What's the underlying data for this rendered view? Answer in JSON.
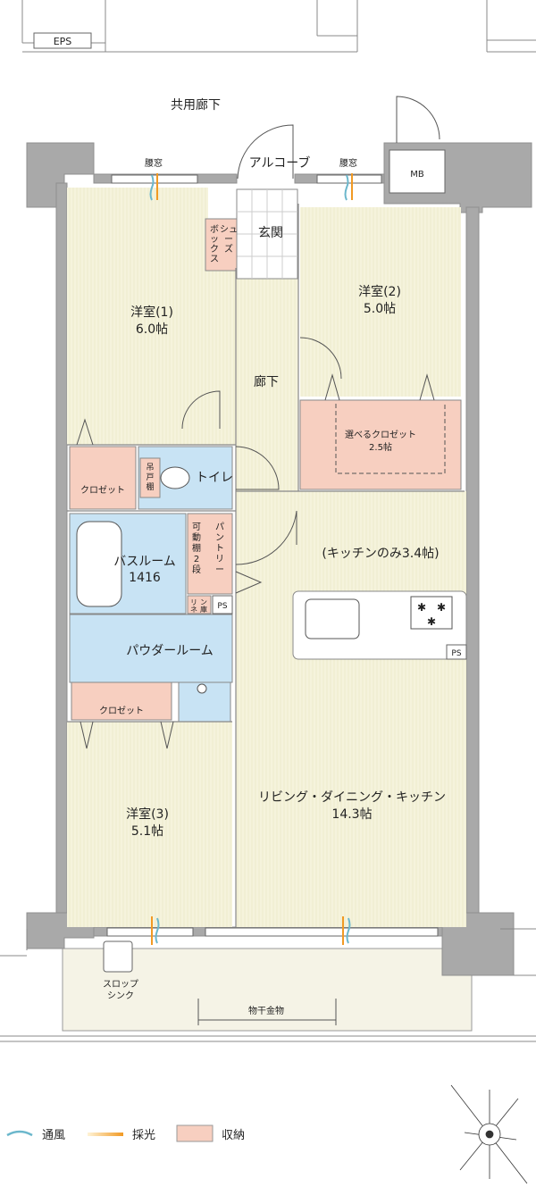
{
  "floorplan": {
    "top": {
      "eps": "EPS",
      "corridor": "共用廊下",
      "alcove": "アルコーブ",
      "mb": "MB",
      "window_left": "腰窓",
      "window_right": "腰窓"
    },
    "rooms": {
      "room1": {
        "name": "洋室(1)",
        "size": "6.0帖"
      },
      "room2": {
        "name": "洋室(2)",
        "size": "5.0帖"
      },
      "room3": {
        "name": "洋室(3)",
        "size": "5.1帖"
      },
      "entrance": "玄関",
      "shoebox": [
        "シュ",
        "ー",
        "ズ",
        "ボ",
        "ッ",
        "ク",
        "ス"
      ],
      "hallway": "廊下",
      "select_closet": {
        "name": "選べるクロゼット",
        "size": "2.5帖"
      },
      "closet_left": "クロゼット",
      "toilet": "トイレ",
      "toilet_shelf": [
        "吊",
        "戸",
        "棚"
      ],
      "bath": {
        "name": "バスルーム",
        "size": "1416"
      },
      "pantry": [
        "パ",
        "ン",
        "ト",
        "リ",
        "ー"
      ],
      "pantry_shelf": [
        "可",
        "動",
        "棚",
        "2",
        "段"
      ],
      "linen": [
        "リ",
        "ネ",
        "ン",
        "庫"
      ],
      "ps_center": "PS",
      "ps_kitchen": "PS",
      "kitchen_only": "(キッチンのみ3.4帖)",
      "powder": "パウダールーム",
      "closet_bottom": "クロゼット",
      "ldk": {
        "name": "リビング・ダイニング・キッチン",
        "size": "14.3帖"
      },
      "slope_sink": [
        "スロップ",
        "シンク"
      ],
      "drying": "物干金物"
    },
    "legend": {
      "ventilation": "通風",
      "lighting": "採光",
      "storage": "収納"
    },
    "colors": {
      "room": "#f5f3dc",
      "storage": "#f7cfc0",
      "wet": "#c8e3f4",
      "wall": "#a9a9a9",
      "balcony": "#f5f3e6"
    }
  }
}
